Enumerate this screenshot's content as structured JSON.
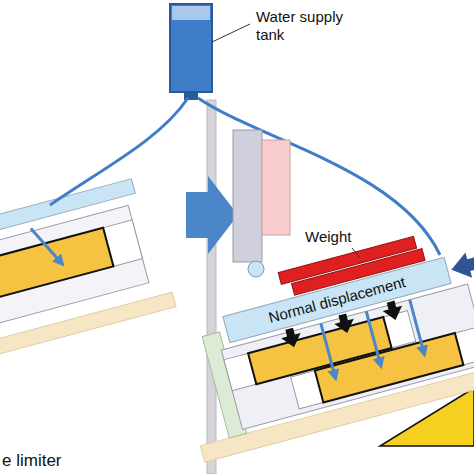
{
  "diagram": {
    "nodes": [
      {
        "text": [
          "Normal displacement"
        ]
      }
    ],
    "labels": [
      "Water supply tank",
      "Weight",
      "e limiter"
    ]
  }
}
